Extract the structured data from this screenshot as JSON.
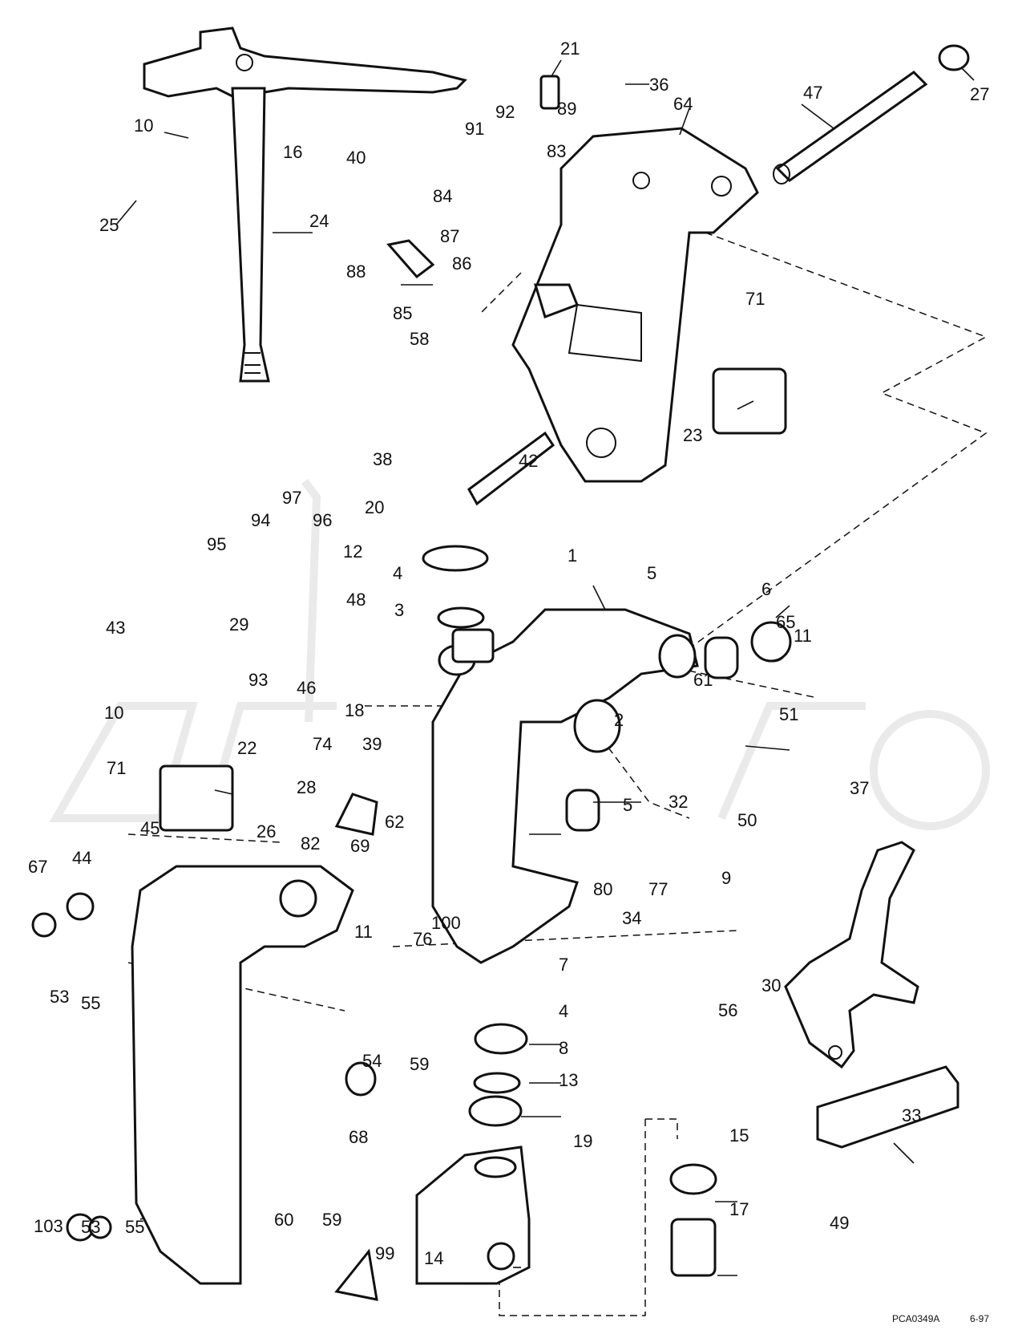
{
  "diagram": {
    "reference_code": "PCA0349A",
    "revision_date": "6-97",
    "watermark": "AeRmoto",
    "part_numbers": [
      "1",
      "2",
      "3",
      "4",
      "5",
      "6",
      "7",
      "8",
      "9",
      "10",
      "11",
      "12",
      "13",
      "14",
      "15",
      "16",
      "17",
      "18",
      "19",
      "20",
      "21",
      "22",
      "23",
      "24",
      "25",
      "26",
      "27",
      "28",
      "29",
      "30",
      "32",
      "33",
      "34",
      "36",
      "37",
      "38",
      "39",
      "40",
      "42",
      "43",
      "44",
      "45",
      "46",
      "47",
      "48",
      "49",
      "50",
      "51",
      "53",
      "54",
      "55",
      "56",
      "58",
      "59",
      "60",
      "61",
      "62",
      "64",
      "65",
      "67",
      "68",
      "69",
      "71",
      "74",
      "76",
      "77",
      "80",
      "82",
      "83",
      "84",
      "85",
      "86",
      "87",
      "88",
      "89",
      "91",
      "92",
      "93",
      "94",
      "95",
      "96",
      "97",
      "99",
      "100",
      "103"
    ]
  }
}
